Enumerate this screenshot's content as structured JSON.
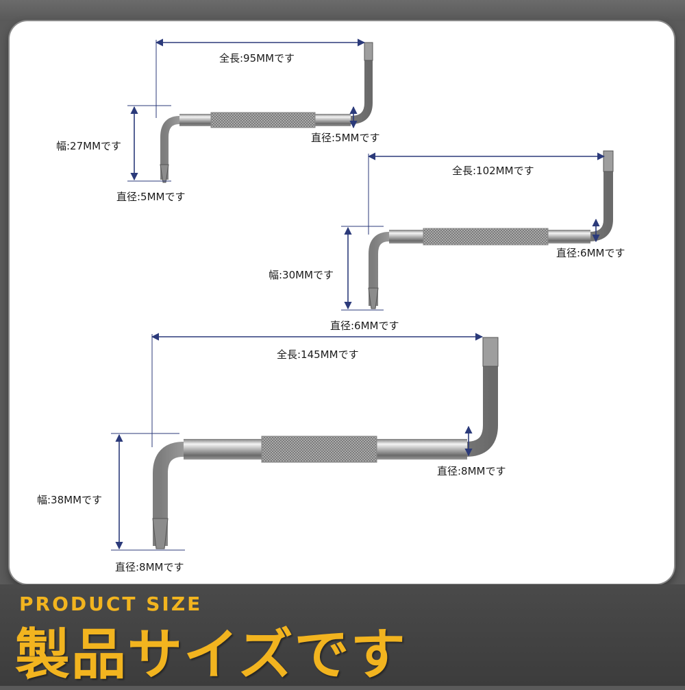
{
  "banner": {
    "subtitle": "PRODUCT SIZE",
    "title": "製品サイズです"
  },
  "tools": [
    {
      "length_label": "全長:95MMです",
      "width_label": "幅:27MMです",
      "diameter_top_label": "直径:5MMです",
      "diameter_bottom_label": "直径:5MMです"
    },
    {
      "length_label": "全長:102MMです",
      "width_label": "幅:30MMです",
      "diameter_top_label": "直径:6MMです",
      "diameter_bottom_label": "直径:6MMです"
    },
    {
      "length_label": "全長:145MMです",
      "width_label": "幅:38MMです",
      "diameter_top_label": "直径:8MMです",
      "diameter_bottom_label": "直径:8MMです"
    }
  ],
  "colors": {
    "accent": "#f2b41f",
    "dimension_line": "#2b3a7a",
    "background": "#5a5a5a"
  }
}
